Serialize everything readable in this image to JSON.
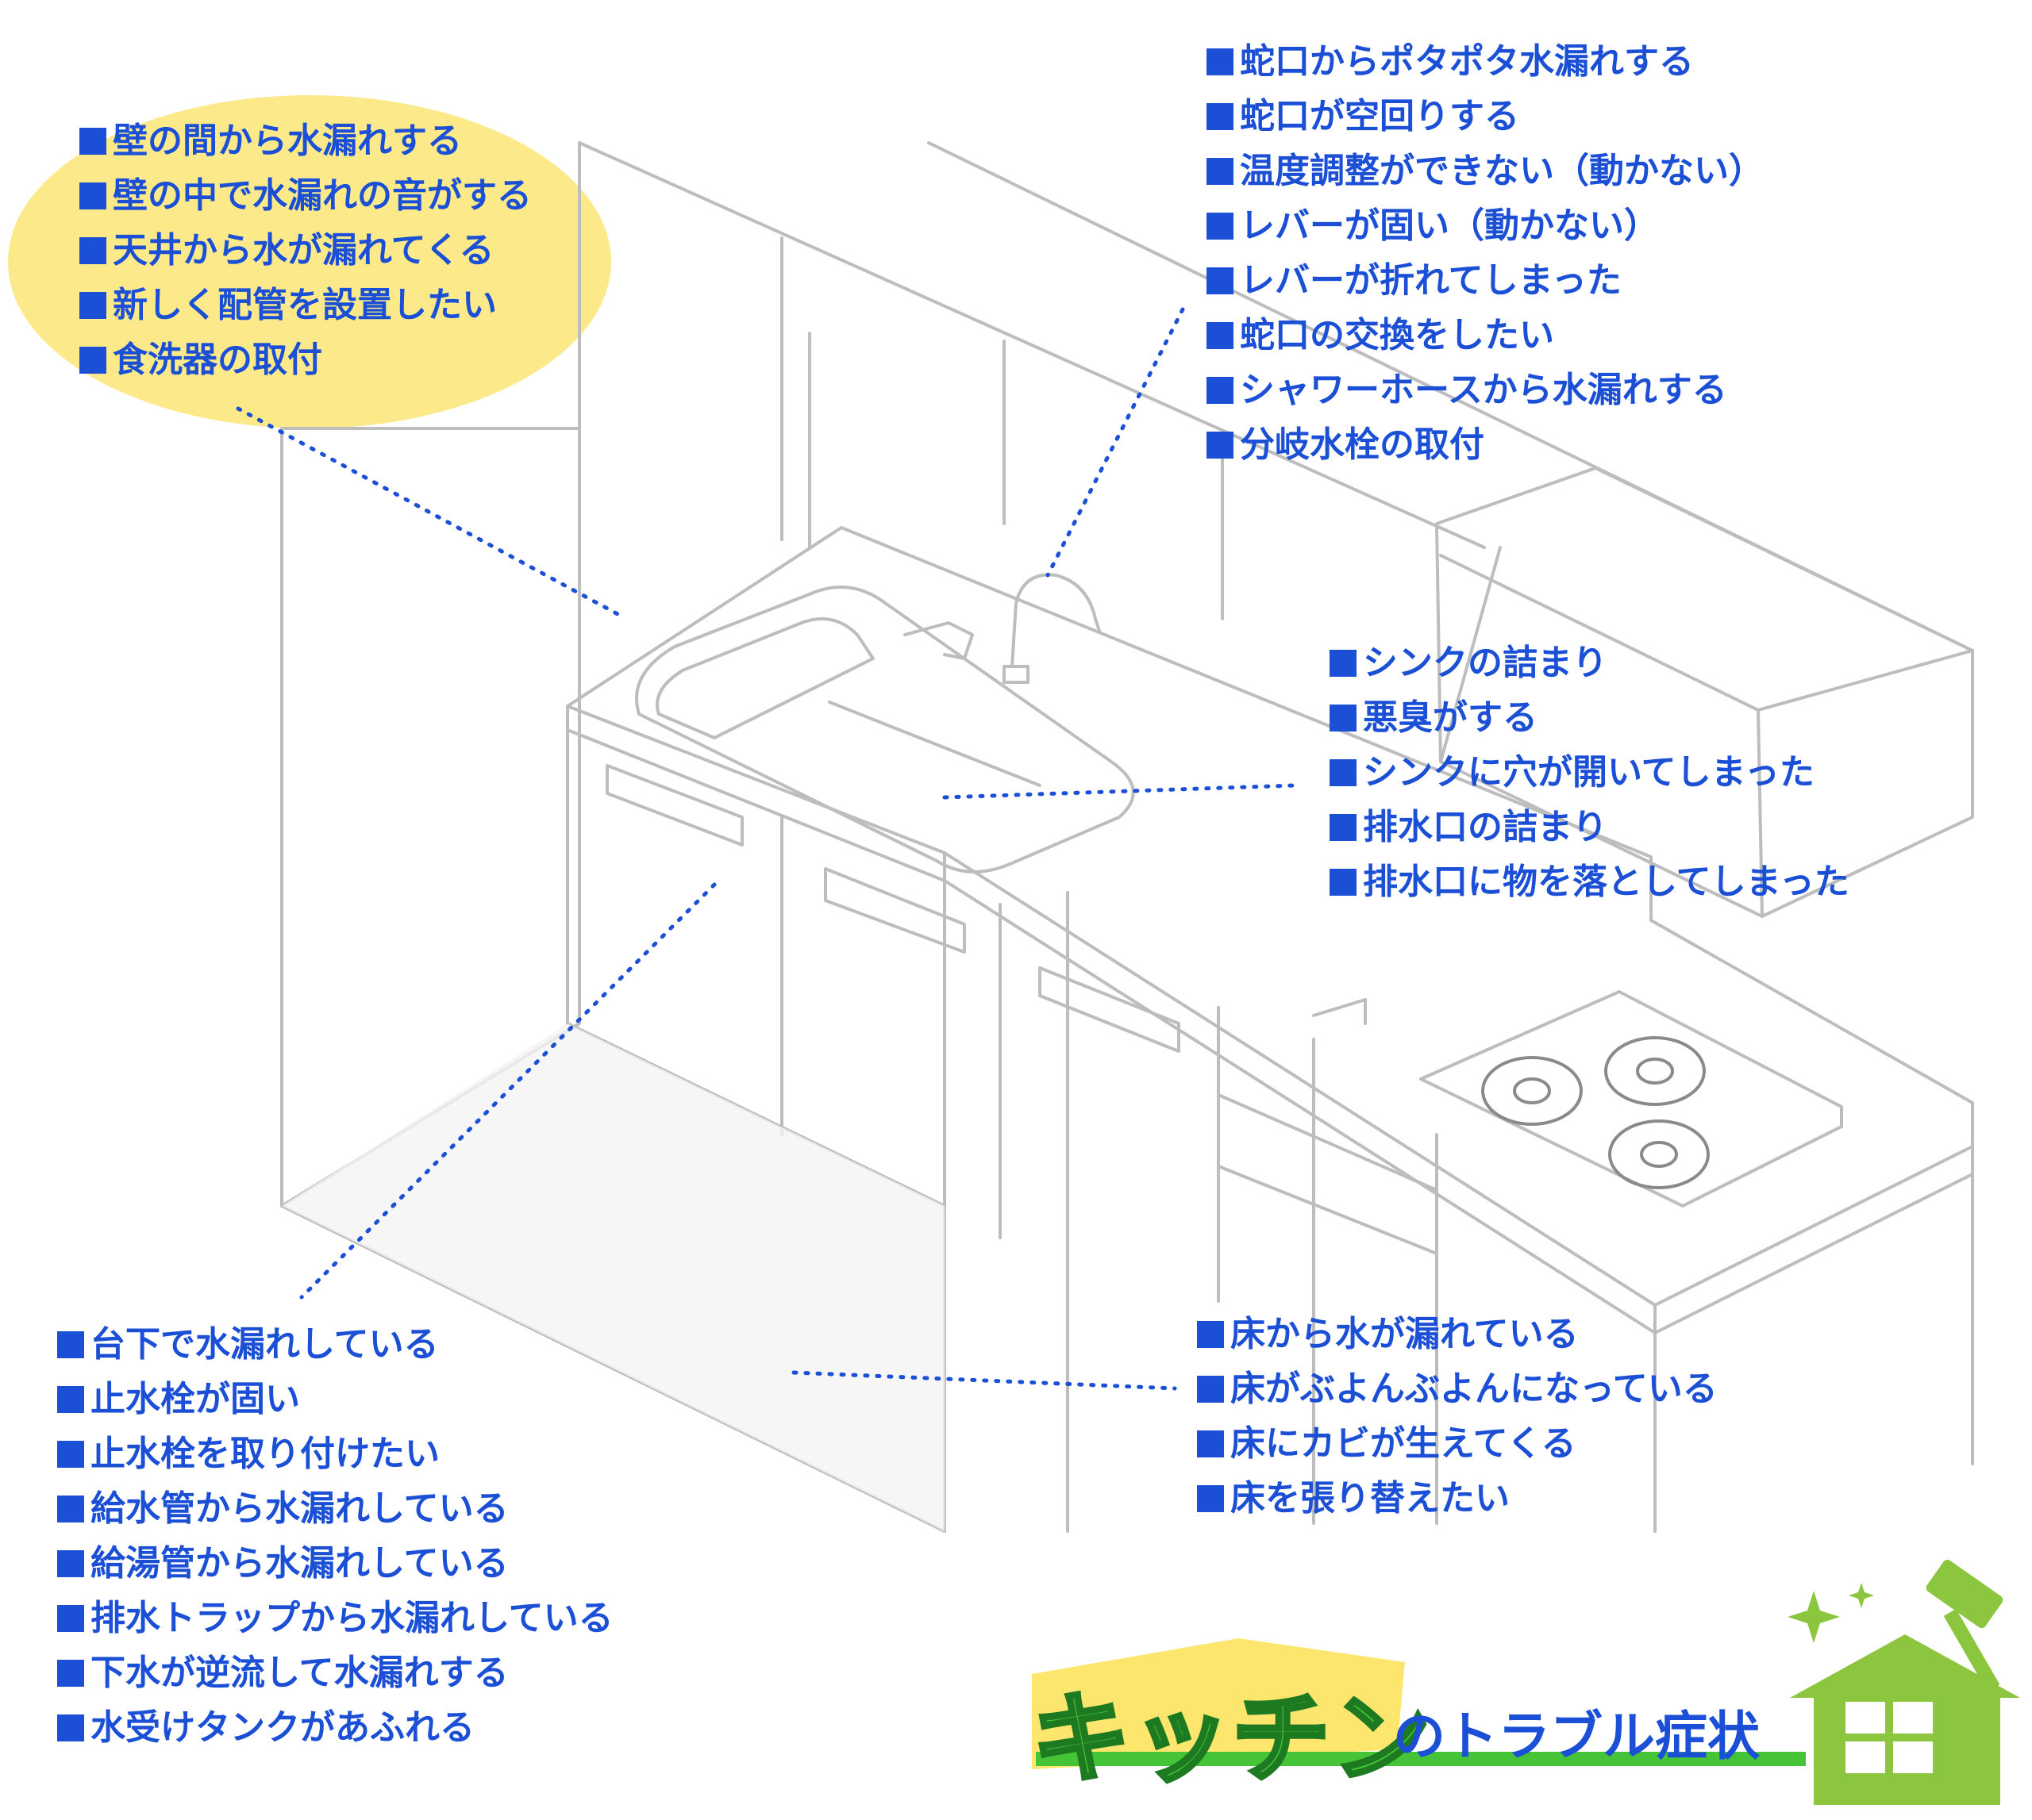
{
  "colors": {
    "label_text": "#1a4fd6",
    "line_art": "#bdbdbd",
    "leader_dots": "#1a4fd6",
    "wall_highlight": "#fbe98a",
    "title_green": "#44c436",
    "house_green": "#8cc63f"
  },
  "groups": {
    "wall": {
      "items": [
        "壁の間から水漏れする",
        "壁の中で水漏れの音がする",
        "天井から水が漏れてくる",
        "新しく配管を設置したい",
        "食洗器の取付"
      ]
    },
    "faucet": {
      "items": [
        "蛇口からポタポタ水漏れする",
        "蛇口が空回りする",
        "温度調整ができない（動かない）",
        "レバーが固い（動かない）",
        "レバーが折れてしまった",
        "蛇口の交換をしたい",
        "シャワーホースから水漏れする",
        "分岐水栓の取付"
      ]
    },
    "sink": {
      "items": [
        "シンクの詰まり",
        "悪臭がする",
        "シンクに穴が開いてしまった",
        "排水口の詰まり",
        "排水口に物を落としてしまった"
      ]
    },
    "under_counter": {
      "items": [
        "台下で水漏れしている",
        "止水栓が固い",
        "止水栓を取り付けたい",
        "給水管から水漏れしている",
        "給湯管から水漏れしている",
        "排水トラップから水漏れしている",
        "下水が逆流して水漏れする",
        "水受けタンクがあふれる"
      ]
    },
    "floor": {
      "items": [
        "床から水が漏れている",
        "床がぶよんぶよんになっている",
        "床にカビが生えてくる",
        "床を張り替えたい"
      ]
    }
  },
  "title": {
    "main": "キッチン",
    "sub": "のトラブル症状"
  },
  "icons": [
    "house-icon",
    "hammer-icon",
    "sparkle-icon"
  ]
}
